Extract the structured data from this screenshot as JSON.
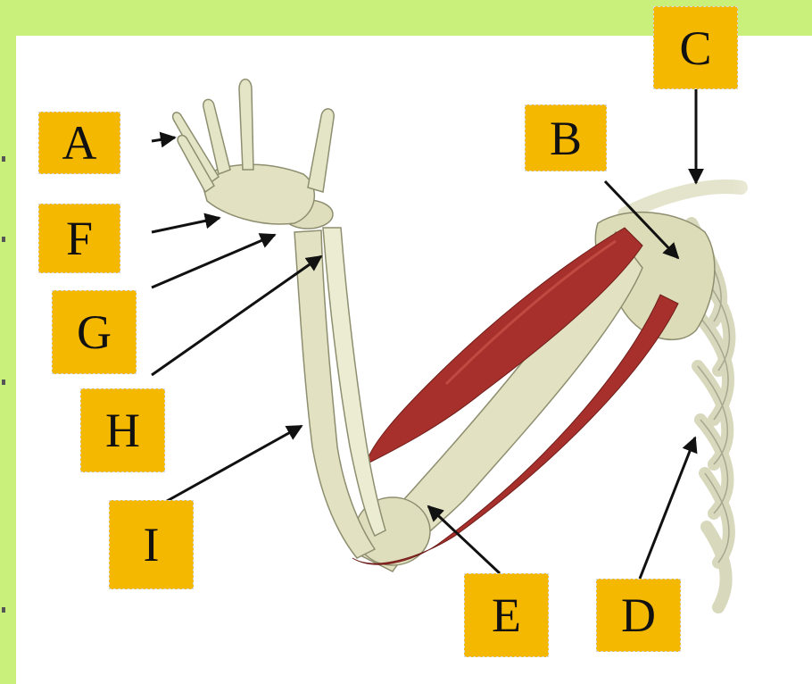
{
  "labels": {
    "a": "A",
    "b": "B",
    "c": "C",
    "d": "D",
    "e": "E",
    "f": "F",
    "g": "G",
    "h": "H",
    "i": "I"
  },
  "colors": {
    "background": "#c8f07a",
    "panel": "#ffffff",
    "label_fill": "#f5b800",
    "bone": "#e6e6c8",
    "bone_outline": "#8e8e70",
    "muscle": "#a8302c",
    "muscle_highlight": "#c04a42",
    "arrow": "#111111"
  }
}
